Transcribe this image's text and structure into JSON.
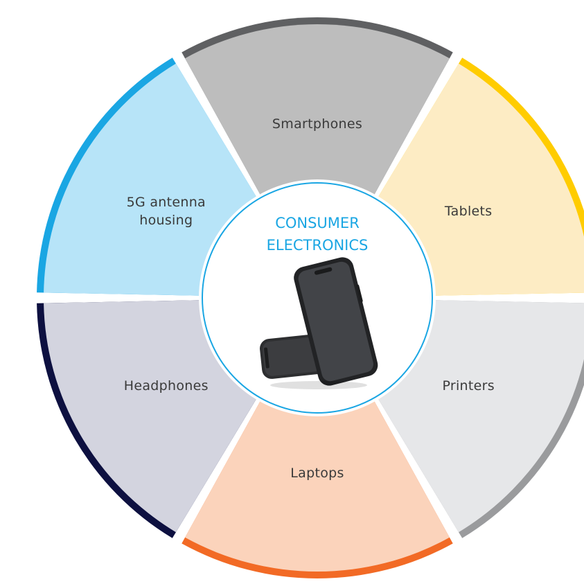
{
  "center": {
    "title_lines": [
      "CONSUMER",
      "ELECTRONICS"
    ],
    "title_color": "#1aa6e3",
    "image_icon": "smartphone-photo"
  },
  "segments": [
    {
      "key": "smartphones",
      "lines": [
        "Smartphones"
      ],
      "fill": "#bdbdbd",
      "rim": "#5f6062"
    },
    {
      "key": "tablets",
      "lines": [
        "Tablets"
      ],
      "fill": "#fdecc4",
      "rim": "#ffcc00"
    },
    {
      "key": "printers",
      "lines": [
        "Printers"
      ],
      "fill": "#e6e7e9",
      "rim": "#9a9b9d"
    },
    {
      "key": "laptops",
      "lines": [
        "Laptops"
      ],
      "fill": "#fbd3bb",
      "rim": "#f26a25"
    },
    {
      "key": "headphones",
      "lines": [
        "Headphones"
      ],
      "fill": "#d3d4df",
      "rim": "#0d1040"
    },
    {
      "key": "5g-antenna-housing",
      "lines": [
        "5G antenna",
        "housing"
      ],
      "fill": "#b7e4f8",
      "rim": "#1aa6e3"
    }
  ]
}
